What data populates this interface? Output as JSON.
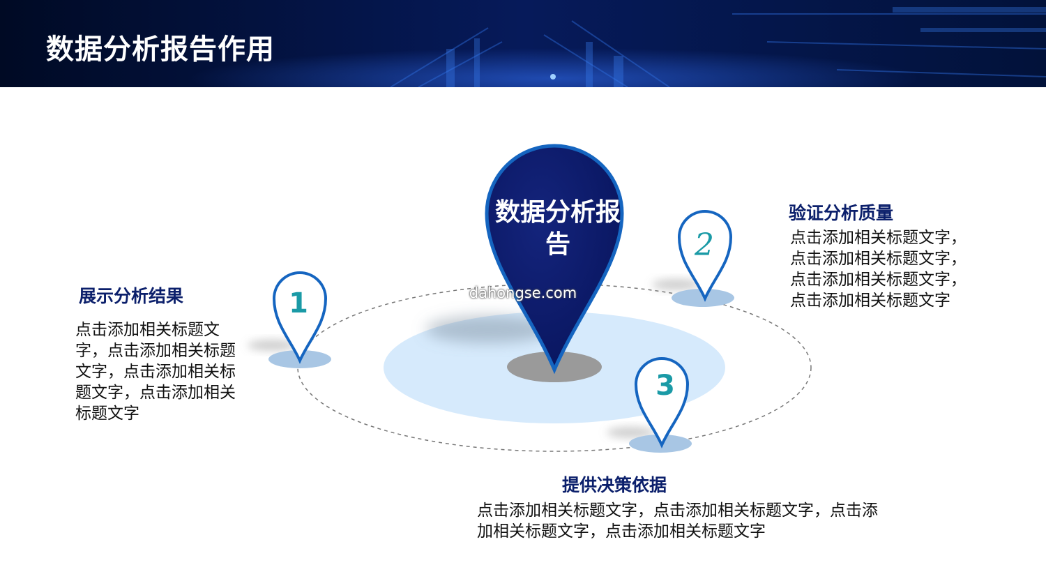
{
  "header": {
    "title": "数据分析报告作用"
  },
  "center": {
    "label": "数据分析报告",
    "watermark": "dahongse.com"
  },
  "sections": [
    {
      "number": "1",
      "title": "展示分析结果",
      "text": "点击添加相关标题文字，点击添加相关标题文字，点击添加相关标题文字，点击添加相关标题文字"
    },
    {
      "number": "2",
      "title": "验证分析质量",
      "text": "点击添加相关标题文字，点击添加相关标题文字，点击添加相关标题文字，点击添加相关标题文字"
    },
    {
      "number": "3",
      "title": "提供决策依据",
      "text": "点击添加相关标题文字，点击添加相关标题文字，点击添加相关标题文字，点击添加相关标题文字"
    }
  ],
  "colors": {
    "header_bg": "#0a1a4a",
    "center_pin": "#0b1a6a",
    "pin_stroke": "#1565c0",
    "number_color": "#1a9aa6",
    "title_color": "#0b1f6b",
    "ellipse_fill": "#d6eafc"
  }
}
